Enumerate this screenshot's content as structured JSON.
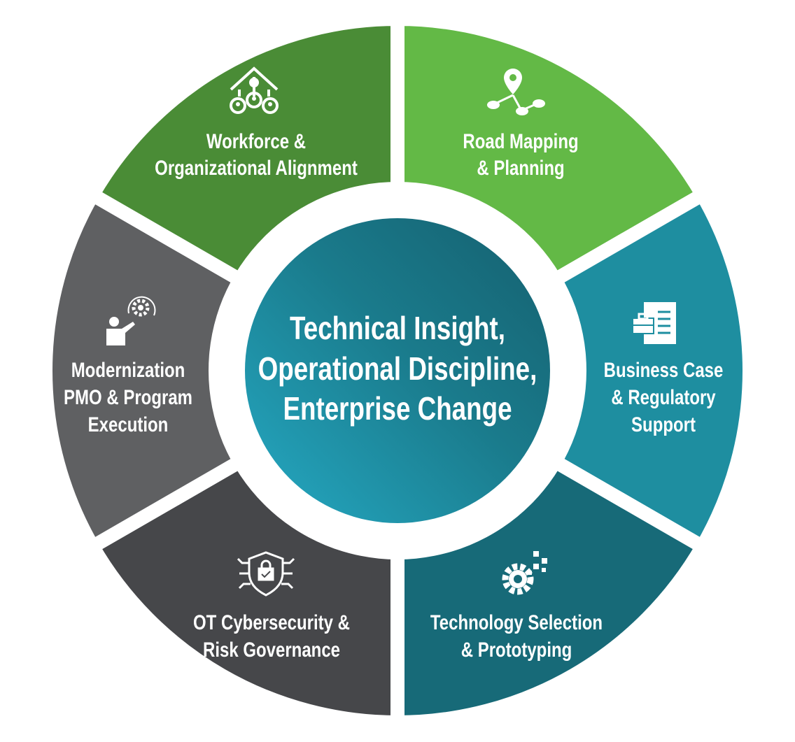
{
  "center": {
    "lines": [
      "Technical Insight,",
      "Operational Discipline,",
      "Enterprise Change"
    ]
  },
  "segments": [
    {
      "id": "road-mapping",
      "lines": [
        "Road Mapping",
        "& Planning"
      ],
      "color": "#63b946",
      "icon": "map-pin-network-icon"
    },
    {
      "id": "business-case",
      "lines": [
        "Business Case",
        "& Regulatory",
        "Support"
      ],
      "color": "#1e8ea0",
      "icon": "briefcase-document-icon"
    },
    {
      "id": "technology-selection",
      "lines": [
        "Technology Selection",
        "& Prototyping"
      ],
      "color": "#176a78",
      "icon": "gear-pixels-icon"
    },
    {
      "id": "ot-cybersecurity",
      "lines": [
        "OT Cybersecurity &",
        "Risk Governance"
      ],
      "color": "#46474a",
      "icon": "shield-lock-circuit-icon"
    },
    {
      "id": "modernization-pmo",
      "lines": [
        "Modernization",
        "PMO & Program",
        "Execution"
      ],
      "color": "#5f6062",
      "icon": "presenter-gear-icon"
    },
    {
      "id": "workforce-alignment",
      "lines": [
        "Workforce &",
        "Organizational Alignment"
      ],
      "color": "#4a8c36",
      "icon": "org-hierarchy-icon"
    }
  ],
  "colors": {
    "center_light": "#25aac4",
    "center_dark": "#15606f",
    "gap": "#ffffff"
  }
}
